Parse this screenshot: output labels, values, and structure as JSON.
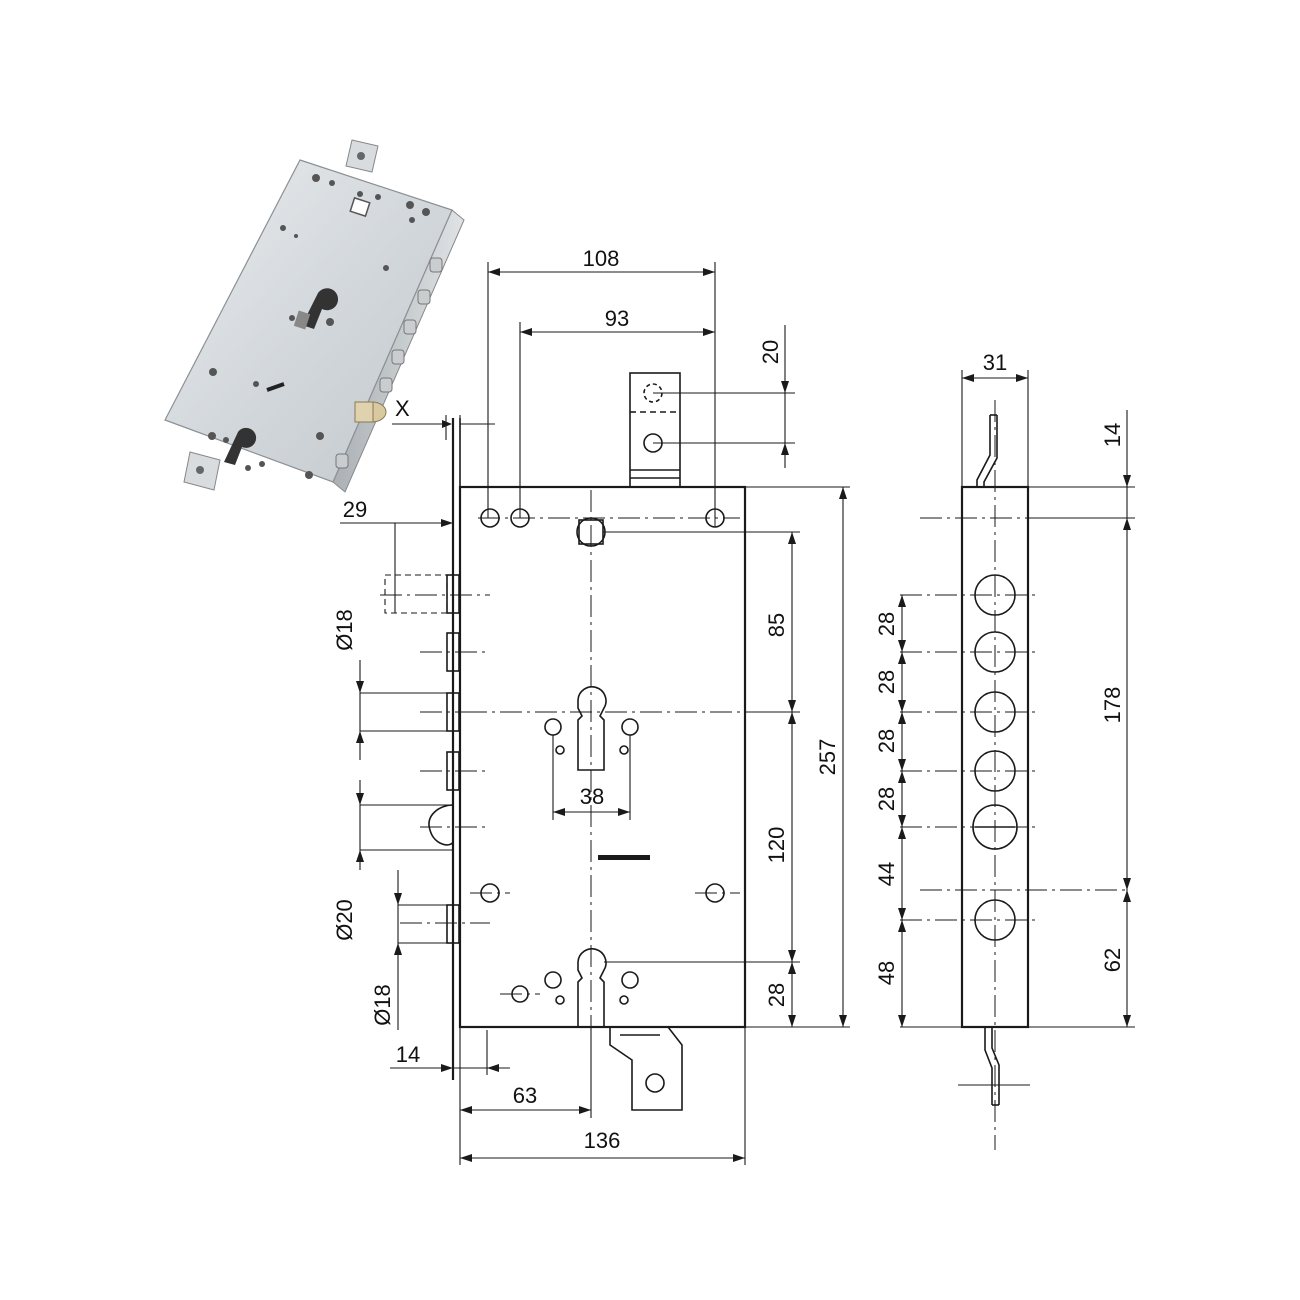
{
  "photo": {
    "label": "X"
  },
  "dimensions": {
    "d108": "108",
    "d93": "93",
    "d20": "20",
    "d29": "29",
    "d18a": "Ø18",
    "d85": "85",
    "d257": "257",
    "d38": "38",
    "d120": "120",
    "d20dia": "Ø20",
    "d18b": "Ø18",
    "d28b": "28",
    "d14a": "14",
    "d63": "63",
    "d136": "136",
    "d31": "31",
    "d14b": "14",
    "s28a": "28",
    "s28b": "28",
    "s28c": "28",
    "s28d": "28",
    "s44": "44",
    "s48": "48",
    "d178": "178",
    "d62": "62"
  }
}
